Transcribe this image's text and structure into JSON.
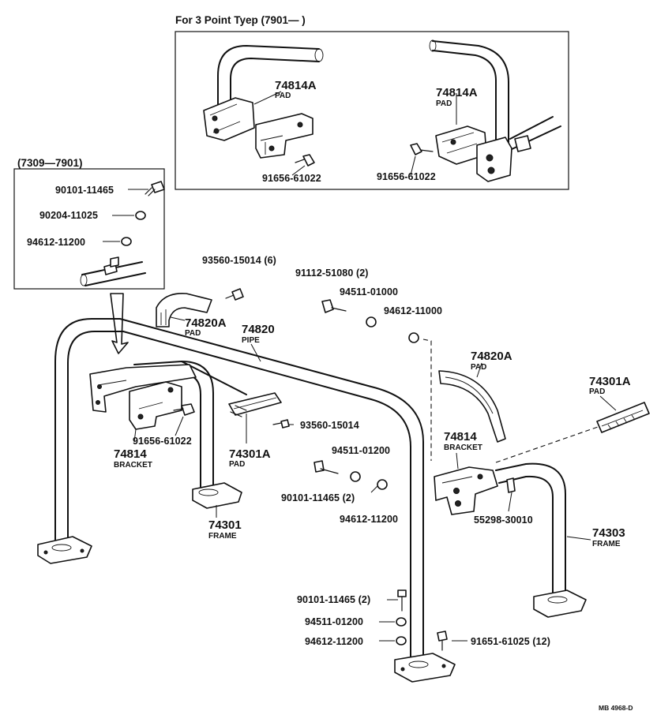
{
  "inset_top": {
    "title": "For 3 Point Tyep (7901—       )"
  },
  "inset_left": {
    "title": "(7309—7901)"
  },
  "labels": {
    "p74814A_l": "74814A",
    "pad_74814A_l": "PAD",
    "p91656_top_l": "91656-61022",
    "p74814A_r": "74814A",
    "pad_74814A_r": "PAD",
    "p91656_top_r": "91656-61022",
    "p90101_inset": "90101-11465",
    "p90204": "90204-11025",
    "p94612_inset": "94612-11200",
    "p93560_6": "93560-15014 (6)",
    "p91112": "91112-51080 (2)",
    "p94511_a": "94511-01000",
    "p94612_a": "94612-11000",
    "p74820A_l": "74820A",
    "pad_74820A_l": "PAD",
    "p74820": "74820",
    "pipe_74820": "PIPE",
    "p74820A_r": "74820A",
    "pad_74820A_r": "PAD",
    "p74301A_r": "74301A",
    "pad_74301A_r": "PAD",
    "p93560_b": "93560-15014",
    "p91656_mid": "91656-61022",
    "p74814_l": "74814",
    "bracket_l": "BRACKET",
    "p74301A_l": "74301A",
    "pad_74301A_l": "PAD",
    "p94511_b": "94511-01200",
    "p90101_2": "90101-11465 (2)",
    "p94612_b": "94612-11200",
    "p74814_r": "74814",
    "bracket_r": "BRACKET",
    "p55298": "55298-30010",
    "p74301": "74301",
    "frame_74301": "FRAME",
    "p74303": "74303",
    "frame_74303": "FRAME",
    "p90101_b": "90101-11465 (2)",
    "p94511_c": "94511-01200",
    "p94612_c": "94612-11200",
    "p91651": "91651-61025 (12)"
  },
  "code": "MB 4968-D"
}
